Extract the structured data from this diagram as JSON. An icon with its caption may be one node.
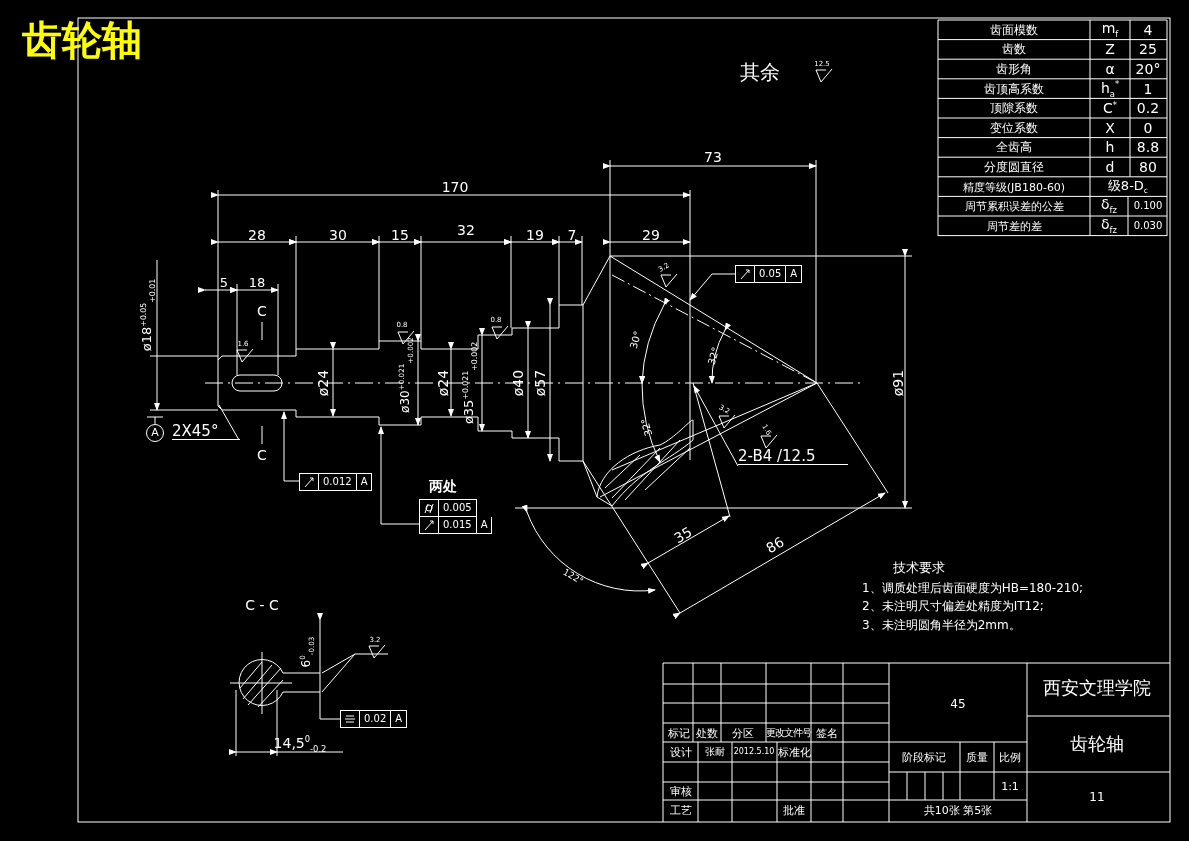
{
  "diagram": {
    "title": "齿轮轴",
    "nodes": [
      {
        "text": [
          "0.012",
          "A"
        ]
      },
      {
        "text": [
          "两处",
          "0.005",
          "0.015",
          "A"
        ]
      },
      {
        "text": [
          "0.05",
          "A"
        ]
      },
      {
        "text": [
          "0.02",
          "A"
        ]
      },
      {
        "text": [
          "2-B4 /12.5"
        ]
      },
      {
        "text": [
          "2X45°"
        ]
      },
      {
        "text": [
          "A"
        ]
      }
    ],
    "edges": [
      {
        "from": 0,
        "to": null,
        "arrow": "to"
      },
      {
        "from": 1,
        "to": null,
        "arrow": "to"
      },
      {
        "from": 2,
        "to": null,
        "arrow": "to"
      },
      {
        "from": 3,
        "to": null,
        "arrow": "none"
      },
      {
        "from": 4,
        "to": null,
        "arrow": "to"
      },
      {
        "from": 5,
        "to": null,
        "arrow": "none"
      }
    ],
    "labels": [
      "其余",
      "12.5",
      "齿面模数",
      "m$_{f}$",
      "4",
      "齿数",
      "Z",
      "25",
      "齿形角",
      "α",
      "20°",
      "齿顶高系数",
      "h$_{a}$$^{*}$",
      "1",
      "顶隙系数",
      "C$^{*}$",
      "0.2",
      "变位系数",
      "X",
      "0",
      "全齿高",
      "h",
      "8.8",
      "分度圆直径",
      "d",
      "80",
      "精度等级(JB180-60)",
      "级8-D$_{c}$",
      "周节累积误差的公差",
      "δ$_{fz}$",
      "0.100",
      "周节差的差",
      "δ$_{fz}$",
      "0.030",
      "170",
      "73",
      "28",
      "30",
      "15",
      "32",
      "19",
      "7",
      "29",
      "5",
      "18",
      "C",
      "1.6",
      "ø18$^{+0.05}$$_{+0.01}$",
      "0.8",
      "0.8",
      "ø24",
      "ø30$^{+0.021}$$_{+0.002}$",
      "ø24",
      "ø35$^{+0.021}$$_{+0.002}$",
      "ø40",
      "ø57",
      "3.2",
      "30°",
      "32°",
      "ø91",
      "3.2",
      "32°",
      "1.6",
      "C",
      "35",
      "86",
      "122°",
      "技术要求",
      "1、调质处理后齿面硬度为HB=180-210;",
      "2、未注明尺寸偏差处精度为IT12;",
      "3、未注明圆角半径为2mm。",
      "C - C",
      "6$^{0}$$_{-0.03}$",
      "3.2",
      "14,5$^{0}$$_{-0.2}$",
      "45",
      "西安文理学院",
      "标记",
      "处数",
      "分区",
      "更改文件号",
      "签名",
      "设计",
      "张耐",
      "2012.5.10",
      "标准化",
      "阶段标记",
      "质量",
      "比例",
      "齿轮轴",
      "1:1",
      "审核",
      "11",
      "工艺",
      "批准",
      "共10张 第5张"
    ]
  }
}
